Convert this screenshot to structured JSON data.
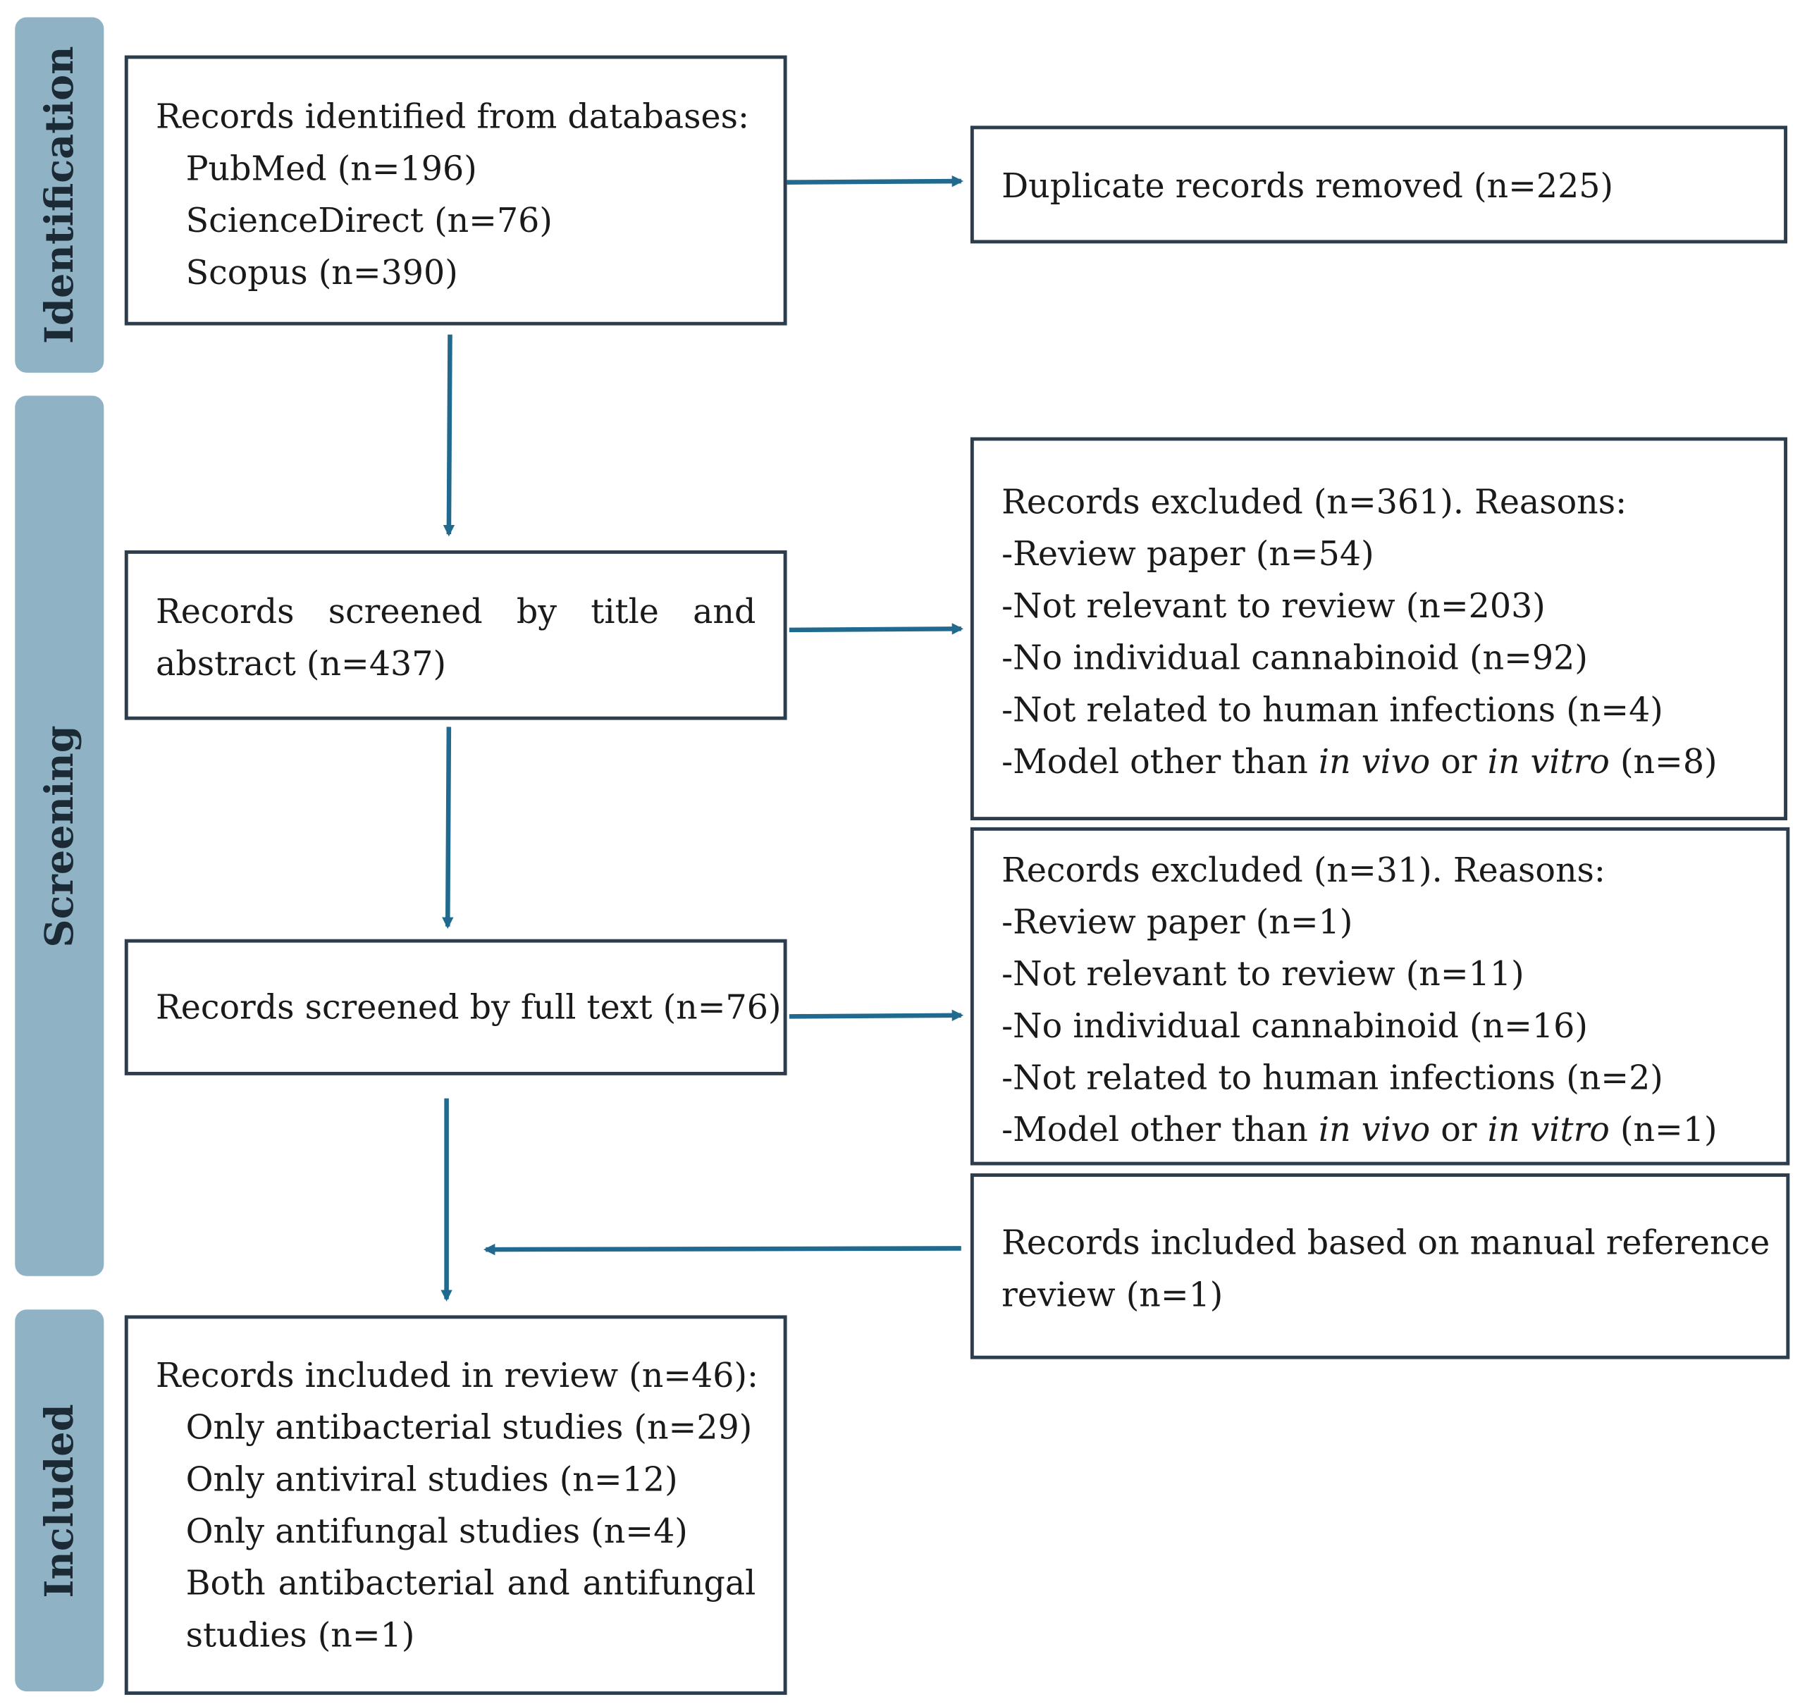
{
  "phases": {
    "identification": "Identification",
    "screening": "Screening",
    "included": "Included"
  },
  "identified": {
    "title": "Records identified from databases:",
    "sources": [
      "PubMed (n=196)",
      "ScienceDirect (n=76)",
      "Scopus (n=390)"
    ]
  },
  "duplicates": "Duplicate records removed (n=225)",
  "screened_title": {
    "line1_words": [
      "Records",
      "screened",
      "by",
      "title",
      "and"
    ],
    "line2": "abstract (n=437)"
  },
  "excluded_title": {
    "title": "Records excluded (n=361). Reasons:",
    "reasons": [
      "-Review paper (n=54)",
      "-Not relevant to review (n=203)",
      "-No individual cannabinoid (n=92)",
      "-Not related to human infections (n=4)"
    ],
    "model": {
      "prefix": "-Model other than ",
      "term1": "in vivo",
      "or": " or ",
      "term2": "in vitro",
      "count": " (n=8)"
    }
  },
  "screened_full": "Records screened by full text (n=76)",
  "excluded_full": {
    "title": "Records excluded (n=31). Reasons:",
    "reasons": [
      "-Review paper (n=1)",
      "-Not relevant to review (n=11)",
      "-No individual cannabinoid (n=16)",
      "-Not related to human infections (n=2)"
    ],
    "model": {
      "prefix": "-Model other than ",
      "term1": "in vivo",
      "or": " or ",
      "term2": "in vitro",
      "count": " (n=1)"
    }
  },
  "manual": {
    "line1": "Records included based on manual reference",
    "line2": "review (n=1)"
  },
  "included": {
    "title": "Records included in review (n=46):",
    "items": [
      "Only antibacterial studies (n=29)",
      "Only antiviral studies (n=12)",
      "Only antifungal studies (n=4)"
    ],
    "both_line1": "Both antibacterial and antifungal",
    "both_line2": "studies (n=1)"
  },
  "colors": {
    "arrow": "#1f6a8e",
    "phase_band": "#8fb3c5",
    "box_border": "#2c3d4d"
  }
}
